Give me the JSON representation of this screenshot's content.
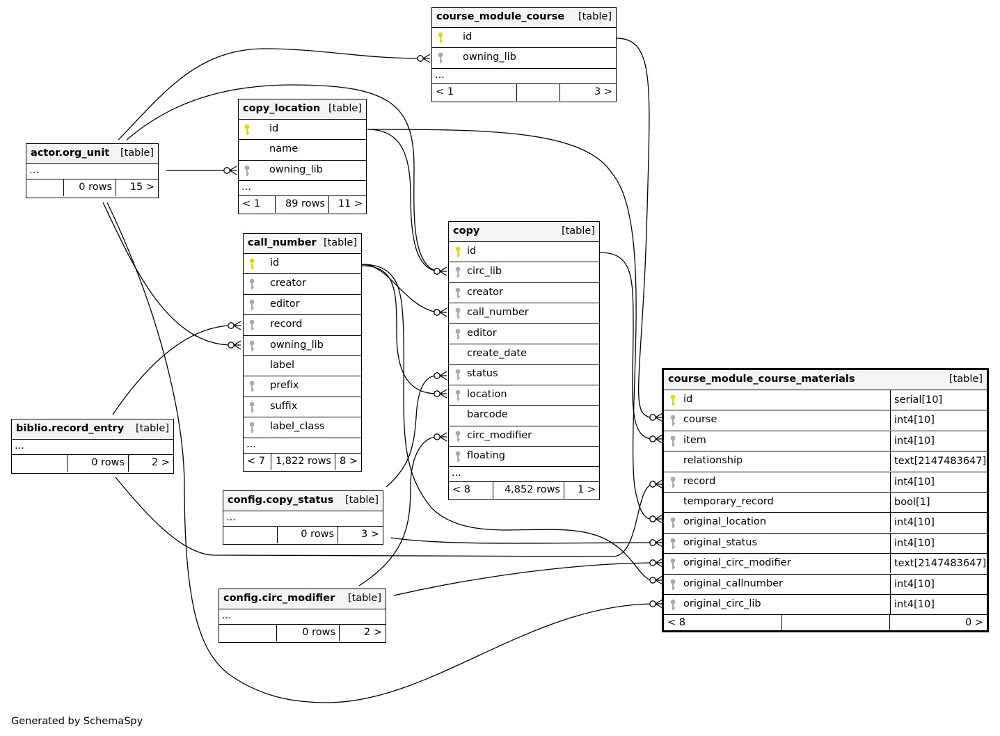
{
  "footer_text": "Generated by SchemaSpy",
  "tables": {
    "course_module_course": {
      "name": "course_module_course",
      "type": "[table]",
      "columns": [
        {
          "name": "id",
          "key": "pk"
        },
        {
          "name": "owning_lib",
          "key": "fk"
        }
      ],
      "ellipsis": "...",
      "footer": [
        "< 1",
        "",
        "3 >"
      ]
    },
    "copy_location": {
      "name": "copy_location",
      "type": "[table]",
      "columns": [
        {
          "name": "id",
          "key": "pk"
        },
        {
          "name": "name",
          "key": ""
        },
        {
          "name": "owning_lib",
          "key": "fk"
        }
      ],
      "ellipsis": "...",
      "footer": [
        "< 1",
        "89 rows",
        "11 >"
      ]
    },
    "actor_org_unit": {
      "name": "actor.org_unit",
      "type": "[table]",
      "ellipsis": "...",
      "footer": [
        "",
        "0 rows",
        "15 >"
      ]
    },
    "call_number": {
      "name": "call_number",
      "type": "[table]",
      "columns": [
        {
          "name": "id",
          "key": "pk"
        },
        {
          "name": "creator",
          "key": "fk"
        },
        {
          "name": "editor",
          "key": "fk"
        },
        {
          "name": "record",
          "key": "fk"
        },
        {
          "name": "owning_lib",
          "key": "fk"
        },
        {
          "name": "label",
          "key": ""
        },
        {
          "name": "prefix",
          "key": "fk"
        },
        {
          "name": "suffix",
          "key": "fk"
        },
        {
          "name": "label_class",
          "key": "fk"
        }
      ],
      "ellipsis": "...",
      "footer": [
        "< 7",
        "1,822 rows",
        "8 >"
      ]
    },
    "copy": {
      "name": "copy",
      "type": "[table]",
      "columns": [
        {
          "name": "id",
          "key": "pk"
        },
        {
          "name": "circ_lib",
          "key": "fk"
        },
        {
          "name": "creator",
          "key": "fk"
        },
        {
          "name": "call_number",
          "key": "fk"
        },
        {
          "name": "editor",
          "key": "fk"
        },
        {
          "name": "create_date",
          "key": ""
        },
        {
          "name": "status",
          "key": "fk"
        },
        {
          "name": "location",
          "key": "fk"
        },
        {
          "name": "barcode",
          "key": ""
        },
        {
          "name": "circ_modifier",
          "key": "fk"
        },
        {
          "name": "floating",
          "key": "fk"
        }
      ],
      "ellipsis": "...",
      "footer": [
        "< 8",
        "4,852 rows",
        "1 >"
      ]
    },
    "biblio_record_entry": {
      "name": "biblio.record_entry",
      "type": "[table]",
      "ellipsis": "...",
      "footer": [
        "",
        "0 rows",
        "2 >"
      ]
    },
    "config_copy_status": {
      "name": "config.copy_status",
      "type": "[table]",
      "ellipsis": "...",
      "footer": [
        "",
        "0 rows",
        "3 >"
      ]
    },
    "config_circ_modifier": {
      "name": "config.circ_modifier",
      "type": "[table]",
      "ellipsis": "...",
      "footer": [
        "",
        "0 rows",
        "2 >"
      ]
    },
    "course_module_course_materials": {
      "name": "course_module_course_materials",
      "type": "[table]",
      "columns": [
        {
          "name": "id",
          "key": "pk",
          "dtype": "serial[10]"
        },
        {
          "name": "course",
          "key": "fk",
          "dtype": "int4[10]"
        },
        {
          "name": "item",
          "key": "fk",
          "dtype": "int4[10]"
        },
        {
          "name": "relationship",
          "key": "",
          "dtype": "text[2147483647]"
        },
        {
          "name": "record",
          "key": "fk",
          "dtype": "int4[10]"
        },
        {
          "name": "temporary_record",
          "key": "",
          "dtype": "bool[1]"
        },
        {
          "name": "original_location",
          "key": "fk",
          "dtype": "int4[10]"
        },
        {
          "name": "original_status",
          "key": "fk",
          "dtype": "int4[10]"
        },
        {
          "name": "original_circ_modifier",
          "key": "fk",
          "dtype": "text[2147483647]"
        },
        {
          "name": "original_callnumber",
          "key": "fk",
          "dtype": "int4[10]"
        },
        {
          "name": "original_circ_lib",
          "key": "fk",
          "dtype": "int4[10]"
        }
      ],
      "footer": [
        "< 8",
        "",
        "0 >"
      ]
    }
  },
  "colors": {
    "pk_key": "#e6d800",
    "fk_key": "#aaaaaa",
    "header_bg": "#f4f4f4",
    "line": "#000000"
  }
}
